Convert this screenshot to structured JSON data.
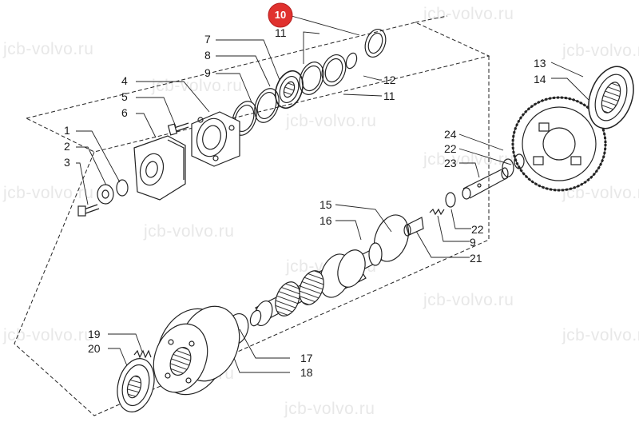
{
  "watermark": "jcb-volvo.ru",
  "highlight": {
    "label": "10",
    "color": "#e0312e"
  },
  "callouts": {
    "c10_under": "11",
    "c7": "7",
    "c8": "8",
    "c9a": "9",
    "c4": "4",
    "c5": "5",
    "c6": "6",
    "c1": "1",
    "c2": "2",
    "c3": "3",
    "c12": "12",
    "c11": "11",
    "c13": "13",
    "c14": "14",
    "c24": "24",
    "c22a": "22",
    "c23": "23",
    "c22b": "22",
    "c9b": "9",
    "c21": "21",
    "c15": "15",
    "c16": "16",
    "c19": "19",
    "c20": "20",
    "c17": "17",
    "c18": "18"
  }
}
